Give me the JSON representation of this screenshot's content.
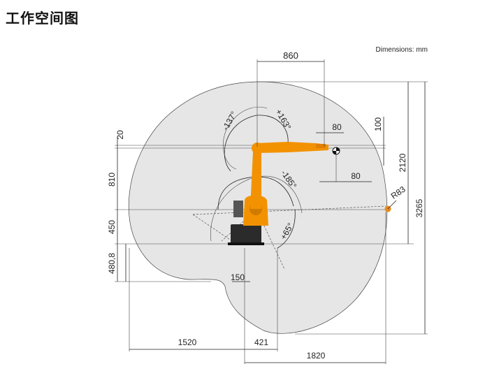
{
  "title": "工作空间图",
  "units_note": "Dimensions: mm",
  "dimensions": {
    "top_offset": "860",
    "wrist_offset_a": "80",
    "wrist_offset_b": "80",
    "wrist_height": "100",
    "reach_vertical": "2120",
    "total_height": "3265",
    "arm_top_gap": "20",
    "arm_height": "810",
    "base_height": "450",
    "lower_reach": "480,8",
    "base_offset": "150",
    "left_reach": "1520",
    "rear_offset": "421",
    "right_reach": "1820",
    "flange_radius": "R83"
  },
  "angles": {
    "a1_neg": "-137°",
    "a1_pos": "+163°",
    "a3_neg": "-185°",
    "a3_pos": "+65°"
  },
  "colors": {
    "workspace_fill": "#e6e6e6",
    "robot_orange": "#f39200",
    "robot_dark": "#2b2b2b",
    "flange_orange": "#e88a1a"
  }
}
